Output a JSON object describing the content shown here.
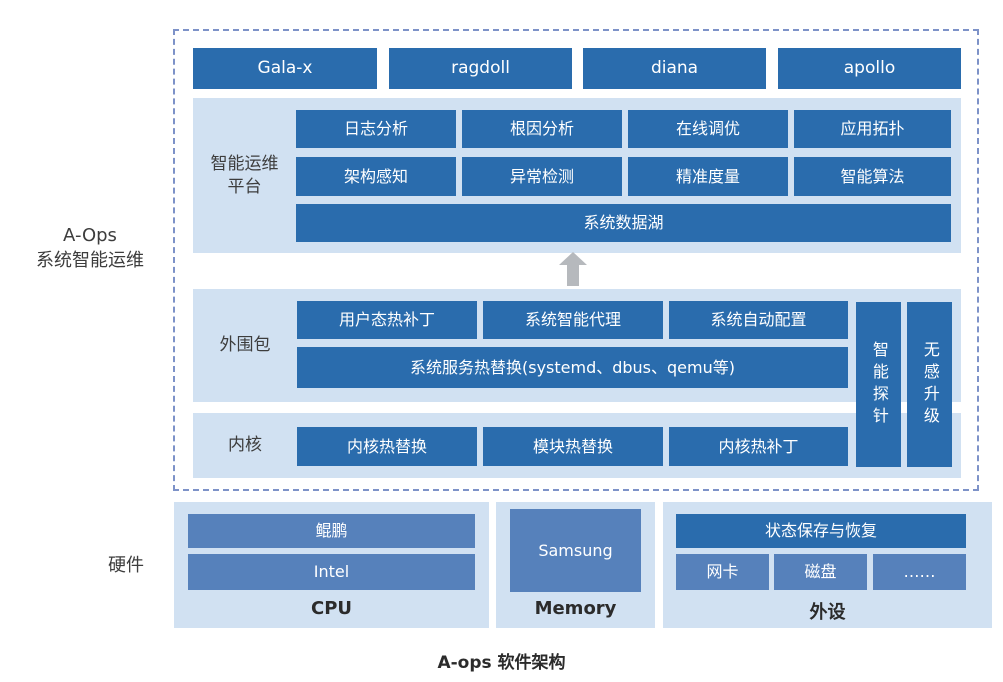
{
  "colors": {
    "dark_blue": "#2a6cad",
    "medium_blue": "#5681bb",
    "panel_blue": "#d1e1f2",
    "dashed_border": "#7d92c8",
    "arrow_gray": "#b6b9bd",
    "text_dark": "#3d3d3d"
  },
  "left_label": {
    "line1": "A-Ops",
    "line2": "系统智能运维"
  },
  "top_products": [
    "Gala-x",
    "ragdoll",
    "diana",
    "apollo"
  ],
  "platform": {
    "label_line1": "智能运维",
    "label_line2": "平台",
    "row1": [
      "日志分析",
      "根因分析",
      "在线调优",
      "应用拓扑"
    ],
    "row2": [
      "架构感知",
      "异常检测",
      "精准度量",
      "智能算法"
    ],
    "wide": "系统数据湖"
  },
  "periphery": {
    "label": "外围包",
    "row1": [
      "用户态热补丁",
      "系统智能代理",
      "系统自动配置"
    ],
    "wide": "系统服务热替换(systemd、dbus、qemu等)",
    "vertical": [
      "智能探针",
      "无感升级"
    ]
  },
  "kernel": {
    "label": "内核",
    "items": [
      "内核热替换",
      "模块热替换",
      "内核热补丁"
    ]
  },
  "hardware": {
    "label": "硬件",
    "cpu": {
      "items": [
        "鲲鹏",
        "Intel"
      ],
      "label": "CPU"
    },
    "memory": {
      "items": [
        "Samsung"
      ],
      "label": "Memory"
    },
    "peripheral": {
      "top": "状态保存与恢复",
      "items": [
        "网卡",
        "磁盘",
        "……"
      ],
      "label": "外设"
    }
  },
  "caption": "A-ops 软件架构"
}
